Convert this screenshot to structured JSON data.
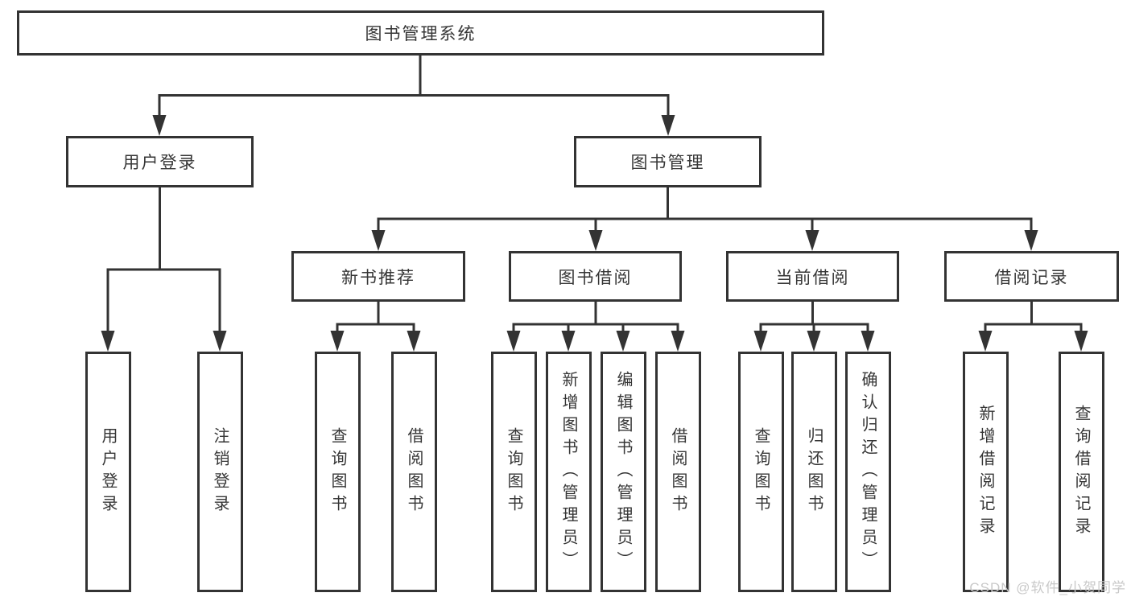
{
  "diagram": {
    "root": {
      "label": "图书管理系统"
    },
    "branches": [
      {
        "label": "用户登录",
        "children": [
          {
            "label": "用户登录"
          },
          {
            "label": "注销登录"
          }
        ]
      },
      {
        "label": "图书管理",
        "children": [
          {
            "label": "新书推荐",
            "children": [
              {
                "label": "查询图书"
              },
              {
                "label": "借阅图书"
              }
            ]
          },
          {
            "label": "图书借阅",
            "children": [
              {
                "label": "查询图书"
              },
              {
                "label": "新增图书（管理员）"
              },
              {
                "label": "编辑图书（管理员）"
              },
              {
                "label": "借阅图书"
              }
            ]
          },
          {
            "label": "当前借阅",
            "children": [
              {
                "label": "查询图书"
              },
              {
                "label": "归还图书"
              },
              {
                "label": "确认归还（管理员）"
              }
            ]
          },
          {
            "label": "借阅记录",
            "children": [
              {
                "label": "新增借阅记录"
              },
              {
                "label": "查询借阅记录"
              }
            ]
          }
        ]
      }
    ],
    "watermark": "CSDN @软件_小贺同学"
  },
  "colors": {
    "line": "#333333",
    "text": "#363636",
    "watermark": "#c9c9c9",
    "background": "#ffffff"
  }
}
